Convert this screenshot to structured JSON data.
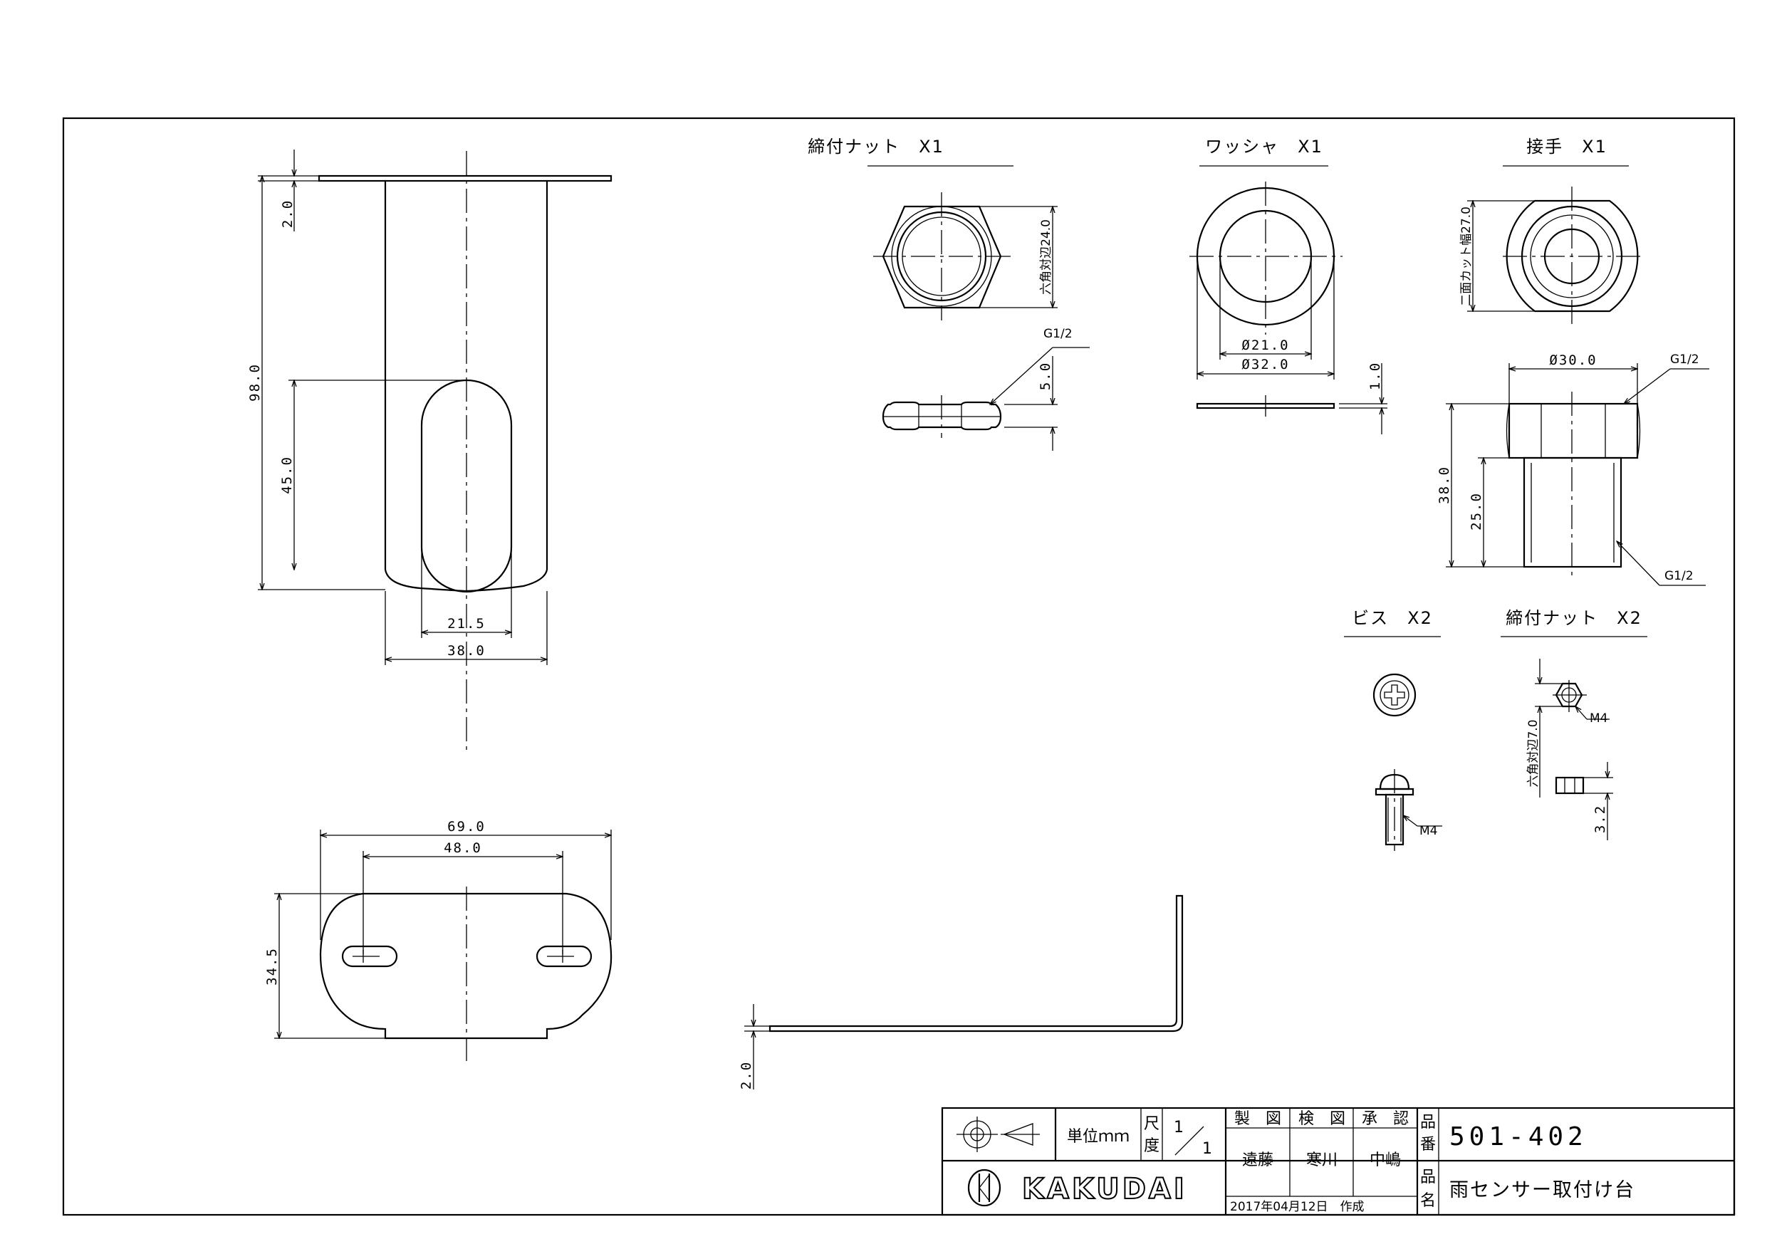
{
  "parts": {
    "nut_1": {
      "title": "締付ナット　X1",
      "across_flats": "六角対辺24.0",
      "thread": "G1/2",
      "thickness": "5.0"
    },
    "washer": {
      "title": "ワッシャ　X1",
      "inner_dia": "Ø21.0",
      "outer_dia": "Ø32.0",
      "thickness": "1.0"
    },
    "joint": {
      "title": "接手　X1",
      "two_flat_cut": "二面カット幅27.0",
      "dia": "Ø30.0",
      "thread_top": "G1/2",
      "thread_bottom": "G1/2",
      "height": "38.0",
      "thread_length": "25.0"
    },
    "screw": {
      "title": "ビス　X2",
      "size": "M4"
    },
    "nut_2": {
      "title": "締付ナット　X2",
      "size": "M4",
      "across_flats": "六角対辺7.0",
      "thickness": "3.2"
    }
  },
  "bracket_front": {
    "dim_top": "2.0",
    "dim_height": "98.0",
    "dim_slot": "45.0",
    "dim_slot_width": "21.5",
    "dim_width": "38.0"
  },
  "bracket_plan": {
    "dim_overall": "69.0",
    "dim_holes": "48.0",
    "dim_depth": "34.5"
  },
  "bracket_side": {
    "dim_thickness": "2.0"
  },
  "title_block": {
    "unit": "単位ｍｍ",
    "scale_label_1": "尺",
    "scale_label_2": "度",
    "scale_num": "1",
    "scale_den": "1",
    "drawn_label": "製　図",
    "checked_label": "検　図",
    "approved_label": "承　認",
    "drawn_by": "遠藤",
    "checked_by": "寒川",
    "approved_by": "中嶋",
    "part_no_label_1": "品",
    "part_no_label_2": "番",
    "part_no": "501-402",
    "name_label_1": "品",
    "name_label_2": "名",
    "name": "雨センサー取付け台",
    "date": "2017年04月12日　作成",
    "company": "KAKUDAI"
  }
}
